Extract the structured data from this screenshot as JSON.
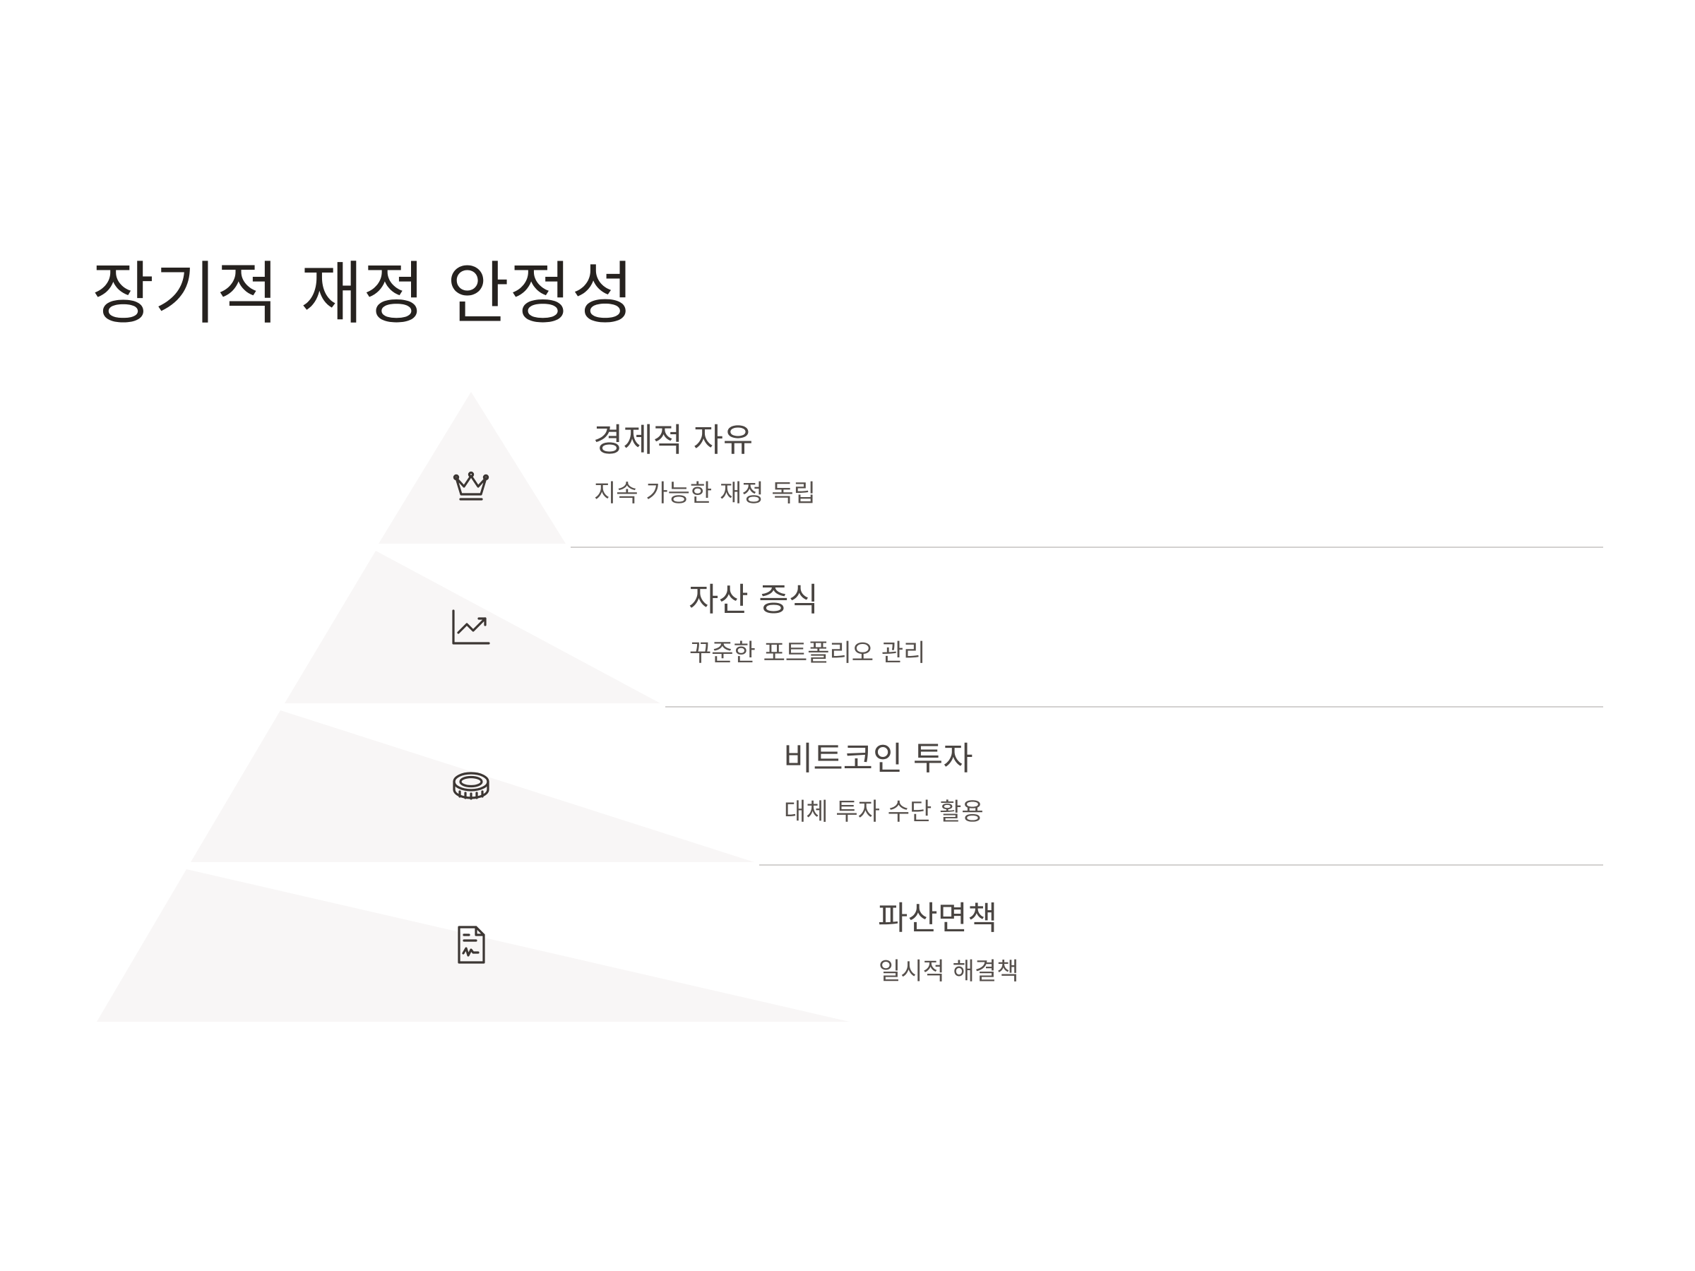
{
  "slide": {
    "title": "장기적 재정 안정성",
    "colors": {
      "tier_fill": "#f8f6f6",
      "divider": "#d3d1d0",
      "icon_stroke": "#3c3633",
      "title_text": "#26221f"
    },
    "levels": [
      {
        "title": "경제적 자유",
        "subtitle": "지속 가능한 재정 독립",
        "icon": "crown-icon"
      },
      {
        "title": "자산 증식",
        "subtitle": "꾸준한 포트폴리오 관리",
        "icon": "chart-trend-up-icon"
      },
      {
        "title": "비트코인 투자",
        "subtitle": "대체 투자 수단 활용",
        "icon": "coin-icon"
      },
      {
        "title": "파산면책",
        "subtitle": "일시적 해결책",
        "icon": "document-signature-icon"
      }
    ]
  }
}
